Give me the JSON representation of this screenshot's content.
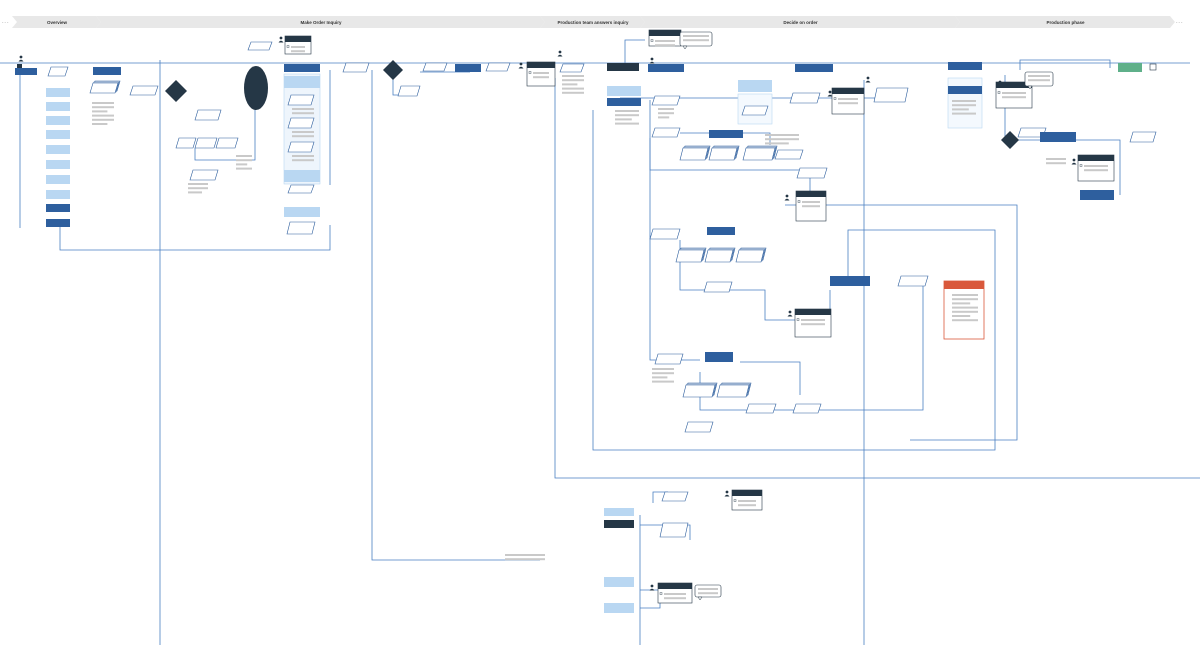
{
  "header": {
    "stages": [
      {
        "label": "Overview"
      },
      {
        "label": "Make Order Inquiry"
      },
      {
        "label": "Production team answers inquiry"
      },
      {
        "label": "Decide on order"
      },
      {
        "label": "Production phase"
      }
    ]
  },
  "colors": {
    "primary": "#2e5f9e",
    "light": "#b9d7f2",
    "dark": "#253746",
    "accent": "#d9583b",
    "green": "#5fb08a",
    "line": "#4a7fc1",
    "stage_fill": "#e8e8e8",
    "placeholder": "#c9c9c9"
  },
  "icons": [
    "user-icon",
    "house-icon",
    "chat-bubble-icon",
    "document-icon",
    "wallet-icon"
  ]
}
